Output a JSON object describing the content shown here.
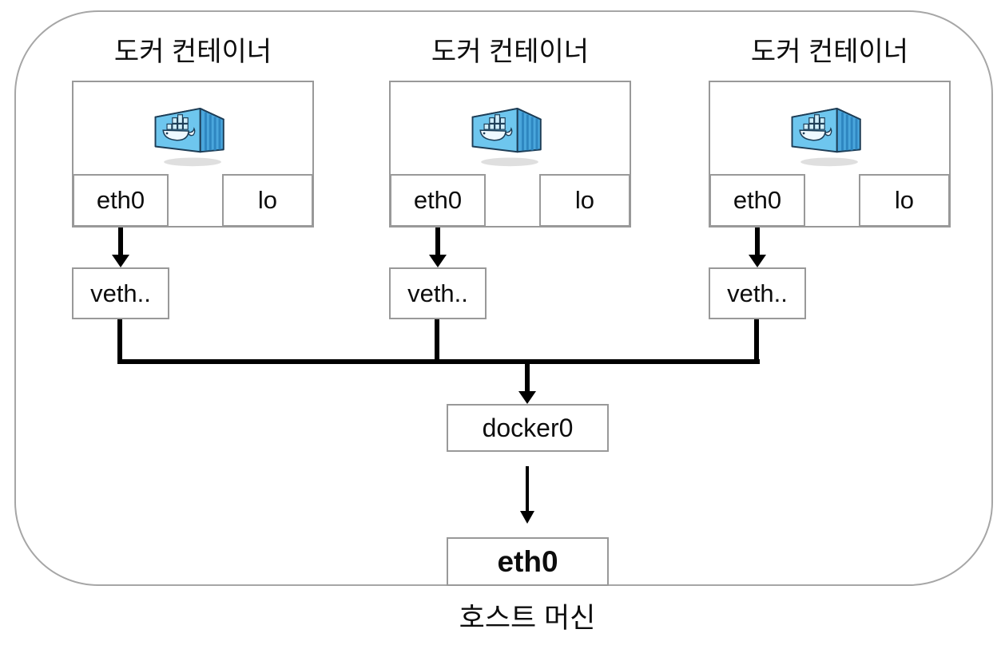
{
  "containers": [
    {
      "title": "도커 컨테이너",
      "eth_label": "eth0",
      "lo_label": "lo",
      "veth_label": "veth.."
    },
    {
      "title": "도커 컨테이너",
      "eth_label": "eth0",
      "lo_label": "lo",
      "veth_label": "veth.."
    },
    {
      "title": "도커 컨테이너",
      "eth_label": "eth0",
      "lo_label": "lo",
      "veth_label": "veth.."
    }
  ],
  "bridge": {
    "label": "docker0"
  },
  "host": {
    "interface_label": "eth0",
    "machine_label": "호스트 머신"
  },
  "icons": {
    "docker_container": "docker-container-3d-icon"
  },
  "colors": {
    "line": "#000000",
    "box_border": "#999999",
    "boundary_border": "#a6a6a6",
    "text": "#0d0d0d",
    "docker_front": "#6ec6ee",
    "docker_side": "#4aa6dc",
    "docker_top": "#9bdcf6",
    "docker_outline": "#1d3d56",
    "background": "#ffffff"
  }
}
